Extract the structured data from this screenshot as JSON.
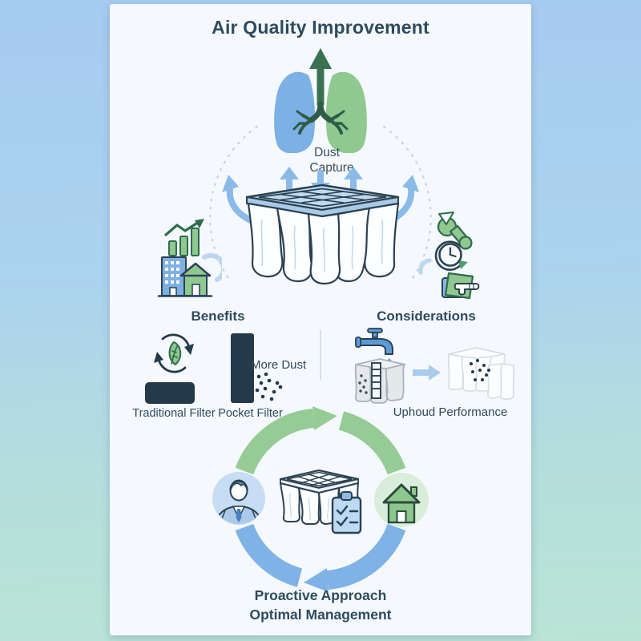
{
  "title": "Air Quality Improvement",
  "top_section": {
    "dust_capture_line1": "Dust",
    "dust_capture_line2": "Capture",
    "icons": [
      "lungs-icon",
      "airflow-up-arrow-icon",
      "pocket-filter-illustration",
      "airflow-side-arrows"
    ]
  },
  "benefits": {
    "label": "Benefits",
    "icons": [
      "growth-chart-icon",
      "building-house-icon"
    ]
  },
  "considerations": {
    "label": "Considerations",
    "icons": [
      "wrench-icon",
      "clock-cycle-icon",
      "hand-filter-icon"
    ]
  },
  "comparison": {
    "more_dust_label": "More Dust",
    "bars": [
      {
        "label": "Traditional Filter",
        "size": "short"
      },
      {
        "label": "Pocket Filter",
        "size": "tall"
      }
    ],
    "eco_icon": "eco-leaf-cycle-icon"
  },
  "maintenance": {
    "label": "Uphoud Performance",
    "icons": [
      "faucet-icon",
      "water-drop-icon",
      "washed-filter-icon",
      "arrow-right-icon",
      "clean-filter-icon"
    ]
  },
  "cycle": {
    "line1": "Proactive Approach",
    "line2": "Optimal Management",
    "icons": [
      "manager-person-icon",
      "pocket-filter-icon",
      "checklist-icon",
      "home-icon",
      "cycle-arrow-green",
      "cycle-arrow-blue"
    ]
  },
  "colors": {
    "background_top": "#a6cbf0",
    "background_bottom": "#b9e4d5",
    "card": "#f5f9fd",
    "heading_text": "#2e4a5e",
    "dark_navy": "#24394a",
    "accent_blue": "#7fb0e3",
    "accent_green": "#8fc98f",
    "dark_green": "#2f6b4c",
    "cycle_green": "#96cb96",
    "cycle_blue": "#7fb2e7",
    "frame_blue": "#c0daee",
    "person_circle_bg": "#c7ddf3",
    "house_circle_bg": "#d9eeda"
  }
}
